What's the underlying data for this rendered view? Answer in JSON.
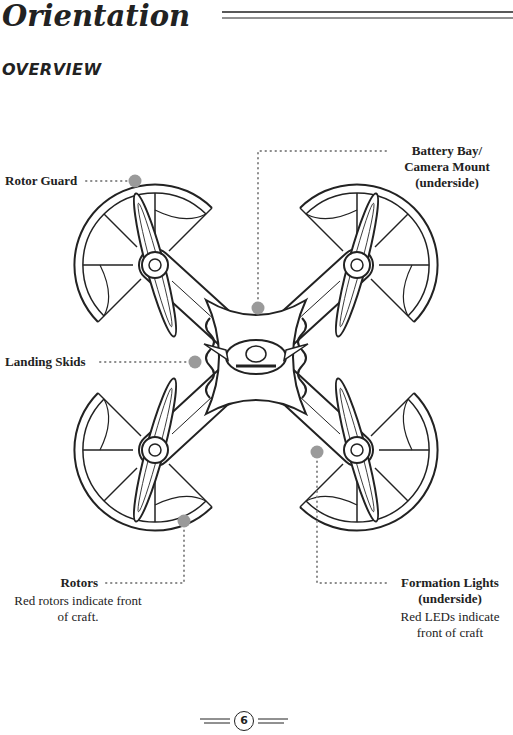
{
  "diagram": {
    "title": "Orientation",
    "nodes": [
      {
        "text": [
          "6"
        ]
      }
    ],
    "labels": [
      "OVERVIEW",
      "Rotor Guard",
      "Battery Bay/ Camera Mount (underside)",
      "Landing Skids",
      "Rotors",
      "Red rotors indicate front of craft.",
      "Formation Lights (underside)",
      "Red LEDs indicate front of craft"
    ]
  }
}
